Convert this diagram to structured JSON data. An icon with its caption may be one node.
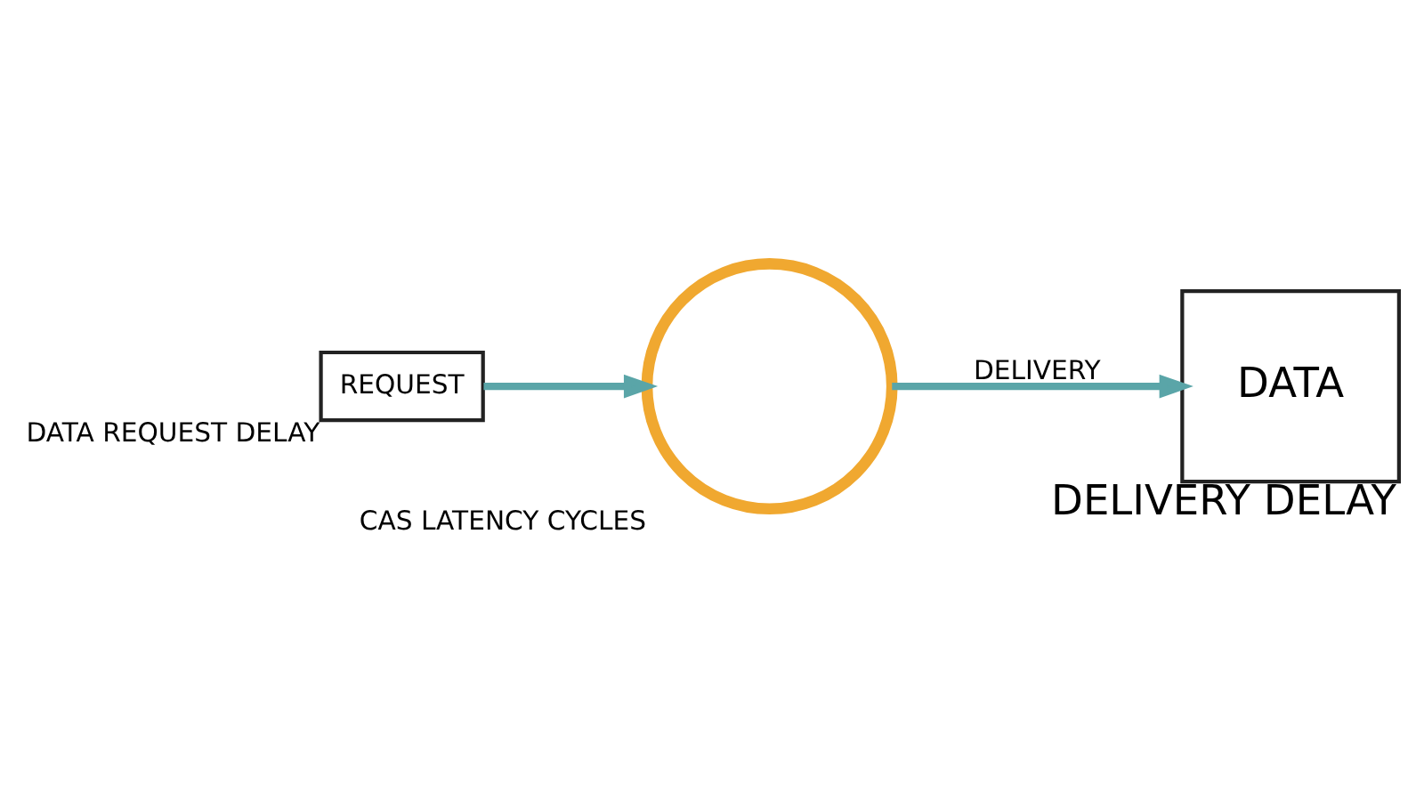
{
  "diagram": {
    "nodes": [
      {
        "text": [
          "CAS LATENCY CYCLES"
        ]
      },
      {
        "text": [
          "DATA"
        ],
        "beside": [
          "DELIVERY DELAY"
        ]
      },
      {
        "text": [
          "REQUEST"
        ],
        "beside": [
          "DATA REQUEST DELAY"
        ]
      }
    ],
    "edges": [
      {
        "from": 0,
        "to": 1,
        "arrow": "to",
        "label": "DELIVERY"
      },
      {
        "from": 2,
        "to": 0,
        "arrow": "to"
      }
    ]
  }
}
